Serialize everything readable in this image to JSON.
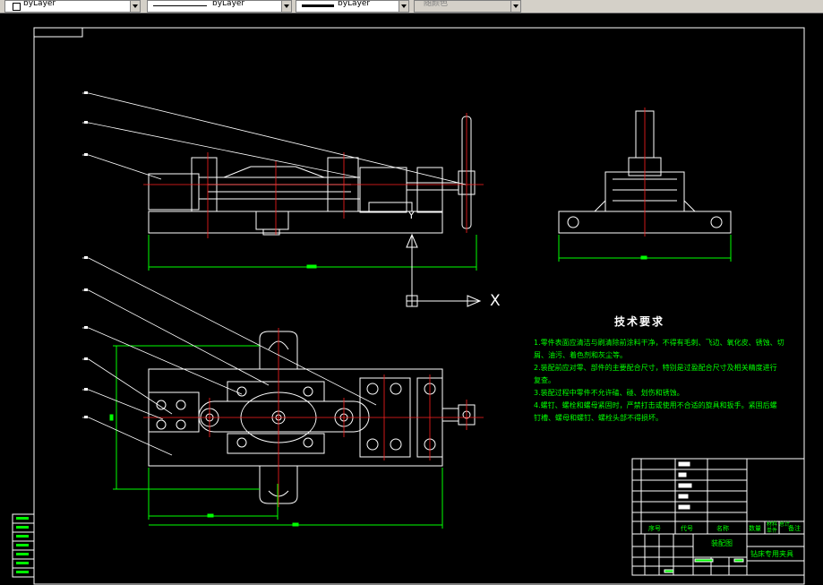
{
  "toolbar": {
    "layer_combo": "byLayer",
    "linetype_combo": "byLayer",
    "lineweight_combo": "byLayer",
    "color_combo": "随颜色"
  },
  "ucs": {
    "x_label": "X",
    "y_label": "Y"
  },
  "notes": {
    "title": "技术要求",
    "lines": [
      "1.零件表面应清洁与刷清除前涂料干净，不得有毛刺、飞边、氧化皮、锈蚀、切",
      "屑、油污、着色剂和灰尘等。",
      "2.装配前应对零、部件的主要配合尺寸，特别是过盈配合尺寸及相关精度进行",
      "复查。",
      "3.装配过程中零件不允许磕、碰、划伤和锈蚀。",
      "4.螺钉、螺栓和螺母紧固时，严禁打击或使用不合适的旋具和扳手。紧固后螺",
      "钉槽、螺母和螺钉、螺栓头部不得损坏。"
    ]
  },
  "title_block": {
    "header_cells": [
      "序号",
      "代号",
      "名称",
      "数量",
      "材料",
      "单件",
      "总计",
      "备注"
    ],
    "drawing_name": "装配图",
    "product_name": "钻床专用夹具"
  },
  "colors": {
    "line": "#ffffff",
    "centerline": "#ff2020",
    "dimension": "#00ff00",
    "text": "#00ff00"
  }
}
